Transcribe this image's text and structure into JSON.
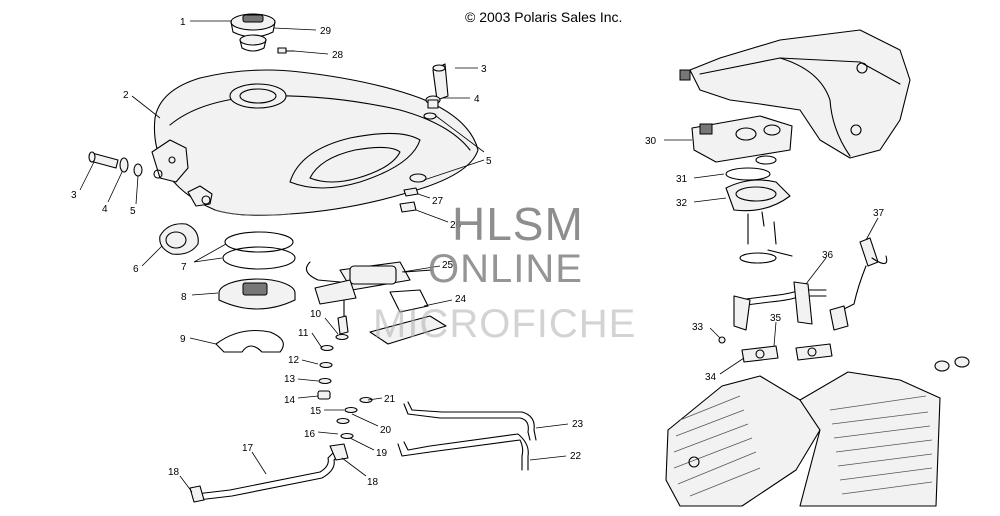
{
  "copyright": "© 2003 Polaris Sales Inc.",
  "watermark": {
    "line1": "HLSM",
    "line2": "ONLINE",
    "line3": "MICROFICHE"
  },
  "callouts": [
    {
      "id": "c1",
      "label": "1"
    },
    {
      "id": "c29",
      "label": "29"
    },
    {
      "id": "c28",
      "label": "28"
    },
    {
      "id": "c2",
      "label": "2"
    },
    {
      "id": "c3a",
      "label": "3"
    },
    {
      "id": "c4a",
      "label": "4"
    },
    {
      "id": "c5a",
      "label": "5"
    },
    {
      "id": "c3b",
      "label": "3"
    },
    {
      "id": "c4b",
      "label": "4"
    },
    {
      "id": "c5b",
      "label": "5"
    },
    {
      "id": "c27",
      "label": "27"
    },
    {
      "id": "c26",
      "label": "26"
    },
    {
      "id": "c25",
      "label": "25"
    },
    {
      "id": "c24",
      "label": "24"
    },
    {
      "id": "c6",
      "label": "6"
    },
    {
      "id": "c7",
      "label": "7"
    },
    {
      "id": "c8",
      "label": "8"
    },
    {
      "id": "c9",
      "label": "9"
    },
    {
      "id": "c10",
      "label": "10"
    },
    {
      "id": "c11",
      "label": "11"
    },
    {
      "id": "c12",
      "label": "12"
    },
    {
      "id": "c13",
      "label": "13"
    },
    {
      "id": "c14",
      "label": "14"
    },
    {
      "id": "c15",
      "label": "15"
    },
    {
      "id": "c16",
      "label": "16"
    },
    {
      "id": "c17",
      "label": "17"
    },
    {
      "id": "c18a",
      "label": "18"
    },
    {
      "id": "c18b",
      "label": "18"
    },
    {
      "id": "c19",
      "label": "19"
    },
    {
      "id": "c20",
      "label": "20"
    },
    {
      "id": "c21",
      "label": "21"
    },
    {
      "id": "c22",
      "label": "22"
    },
    {
      "id": "c23",
      "label": "23"
    },
    {
      "id": "c30",
      "label": "30"
    },
    {
      "id": "c31",
      "label": "31"
    },
    {
      "id": "c32",
      "label": "32"
    },
    {
      "id": "c33",
      "label": "33"
    },
    {
      "id": "c34",
      "label": "34"
    },
    {
      "id": "c35",
      "label": "35"
    },
    {
      "id": "c36",
      "label": "36"
    },
    {
      "id": "c37",
      "label": "37"
    }
  ]
}
